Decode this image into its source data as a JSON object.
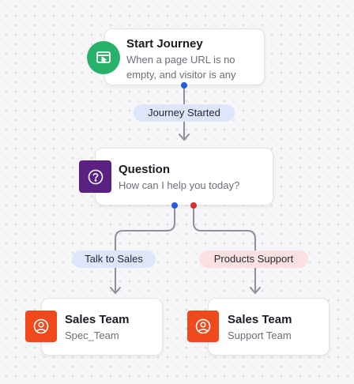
{
  "colors": {
    "start_icon_bg": "#27b16a",
    "question_icon_bg": "#5b2182",
    "team_icon_bg": "#f0491b",
    "connector": "#8d9096",
    "pill_blue": "#dde6fb",
    "pill_red": "#fbe1e1",
    "handle_blue": "#2459e0",
    "handle_red": "#d8302e"
  },
  "start_node": {
    "title": "Start Journey",
    "description": "When a page URL is no empty, and visitor is any",
    "icon": "browser-pointer-icon"
  },
  "edge_start_question": {
    "label": "Journey Started"
  },
  "question_node": {
    "title": "Question",
    "description": "How can I help you today?",
    "icon": "question-circle-icon"
  },
  "edge_sales": {
    "label": "Talk to Sales"
  },
  "edge_support": {
    "label": "Products Support"
  },
  "sales_node": {
    "title": "Sales Team",
    "description": "Spec_Team",
    "icon": "user-circle-icon"
  },
  "support_node": {
    "title": "Sales Team",
    "description": "Support Team",
    "icon": "user-circle-icon"
  }
}
